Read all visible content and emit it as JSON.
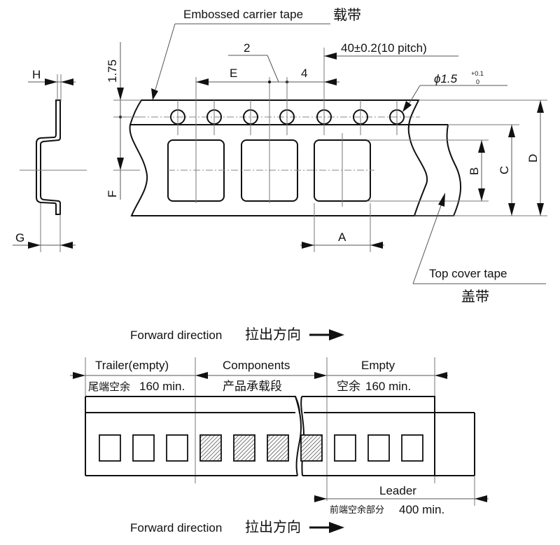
{
  "top_diagram": {
    "carrier_label": "Embossed carrier tape",
    "carrier_label_cn": "载带",
    "cover_label": "Top cover tape",
    "cover_label_cn": "盖带",
    "dim_175": "1.75",
    "dim_2": "2",
    "dim_E": "E",
    "dim_4": "4",
    "dim_pitch": "40±0.2(10 pitch)",
    "dim_hole": "ϕ1.5",
    "dim_hole_tol_plus": "+0.1",
    "dim_hole_tol_minus": "0",
    "dim_A": "A",
    "dim_B": "B",
    "dim_C": "C",
    "dim_D": "D",
    "dim_F": "F",
    "dim_G": "G",
    "dim_H": "H"
  },
  "bottom_diagram": {
    "direction_top": "Forward direction",
    "direction_top_cn": "拉出方向",
    "direction_bottom": "Forward direction",
    "direction_bottom_cn": "拉出方向",
    "trailer_label": "Trailer(empty)",
    "trailer_cn": "尾端空余",
    "trailer_len": "160 min.",
    "components_label": "Components",
    "components_cn": "产品承载段",
    "empty_label": "Empty",
    "empty_cn": "空余",
    "empty_len": "160 min.",
    "leader_label": "Leader",
    "leader_cn": "前端空余部分",
    "leader_len": "400 min.",
    "pockets": [
      {
        "filled": false
      },
      {
        "filled": false
      },
      {
        "filled": false
      },
      {
        "filled": true
      },
      {
        "filled": true
      },
      {
        "filled": true
      },
      {
        "filled": true
      },
      {
        "filled": false
      },
      {
        "filled": false
      },
      {
        "filled": false
      }
    ]
  }
}
